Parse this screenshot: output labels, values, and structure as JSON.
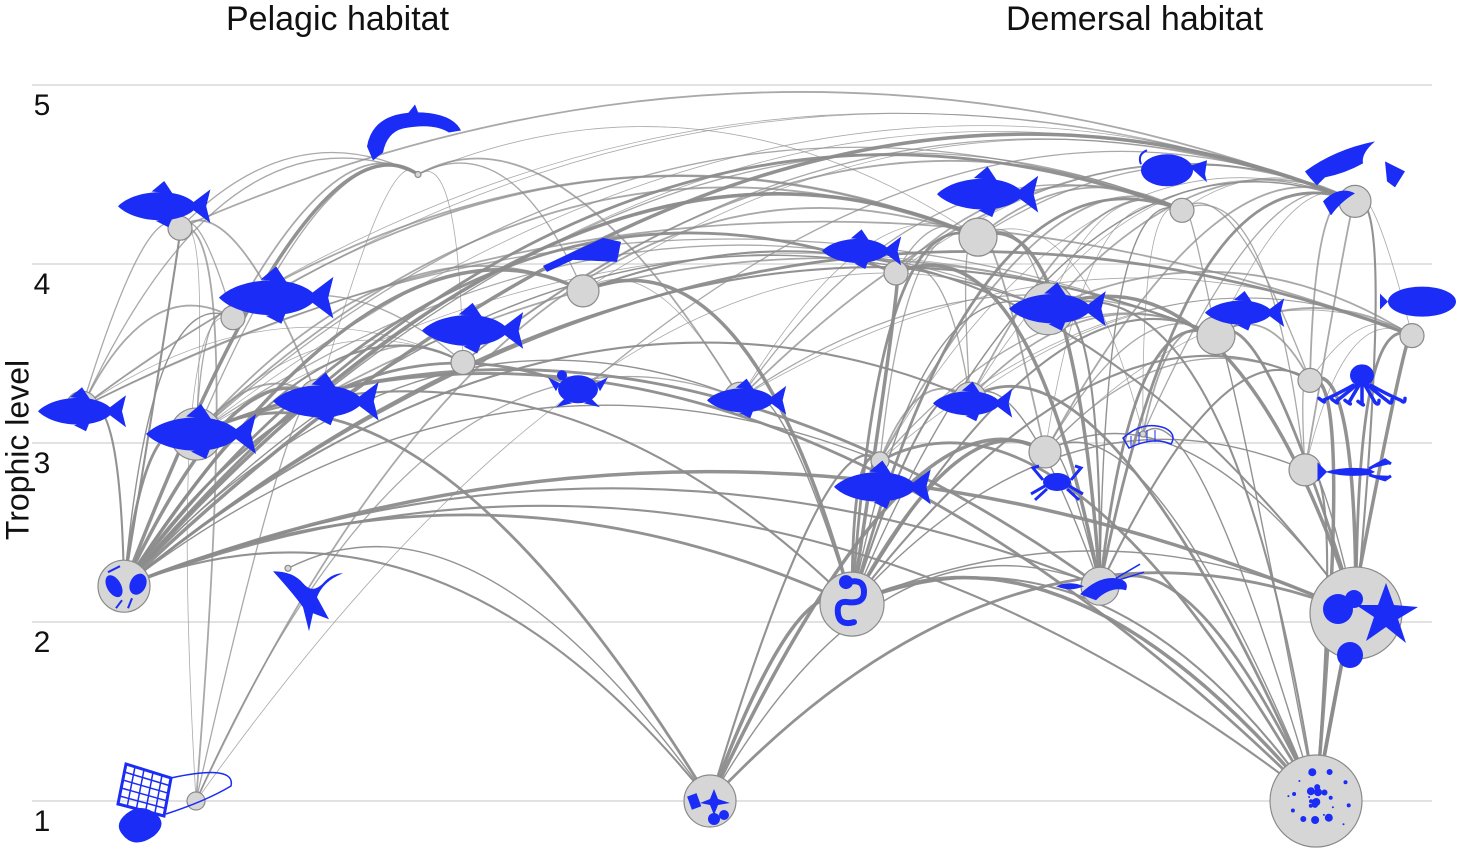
{
  "habitats": {
    "pelagic": "Pelagic habitat",
    "demersal": "Demersal habitat"
  },
  "y_axis": {
    "label": "Trophic level",
    "ticks": [
      "1",
      "2",
      "3",
      "4",
      "5"
    ],
    "range": [
      1,
      5
    ]
  },
  "colors": {
    "silhouette": "#1a2cf5",
    "node_fill": "#d6d6d6",
    "node_stroke": "#8a8a8a",
    "link": "#8c8c8c",
    "grid": "#d9d9d9"
  },
  "nodes": [
    {
      "id": "fishery",
      "icon": "fishing-net-icon",
      "tl": 1.0,
      "size": 1
    },
    {
      "id": "phytoplankton",
      "icon": "phytoplankton-icon",
      "tl": 1.0,
      "size": 5
    },
    {
      "id": "detritus",
      "icon": "detritus-icon",
      "tl": 1.0,
      "size": 7
    },
    {
      "id": "zooplankton",
      "icon": "zooplankton-icon",
      "tl": 2.2,
      "size": 5
    },
    {
      "id": "seabirds",
      "icon": "seabird-icon",
      "tl": 2.3,
      "size": 0
    },
    {
      "id": "polychaetes",
      "icon": "polychaete-icon",
      "tl": 2.1,
      "size": 6
    },
    {
      "id": "shrimps",
      "icon": "shrimp-icon",
      "tl": 2.2,
      "size": 4
    },
    {
      "id": "benthic-invertebrates",
      "icon": "starfish-icon",
      "tl": 2.05,
      "size": 7
    },
    {
      "id": "small-pelagics-1",
      "icon": "sardine-icon",
      "tl": 3.2,
      "size": 3
    },
    {
      "id": "small-pelagics-2",
      "icon": "herring-icon",
      "tl": 3.05,
      "size": 5
    },
    {
      "id": "small-pelagics-3",
      "icon": "anchovy-icon",
      "tl": 3.25,
      "size": 4
    },
    {
      "id": "turtles",
      "icon": "sea-turtle-icon",
      "tl": 3.3,
      "size": 0
    },
    {
      "id": "demersal-fish-1",
      "icon": "redfish-icon",
      "tl": 3.25,
      "size": 3
    },
    {
      "id": "demersal-fish-2",
      "icon": "flatfish-icon",
      "tl": 3.25,
      "size": 3
    },
    {
      "id": "crabs",
      "icon": "crab-icon",
      "tl": 2.95,
      "size": 3
    },
    {
      "id": "mantis-shrimp",
      "icon": "mantis-shrimp-icon",
      "tl": 3.05,
      "size": 0
    },
    {
      "id": "lobster",
      "icon": "lobster-icon",
      "tl": 2.85,
      "size": 3
    },
    {
      "id": "octopus",
      "icon": "octopus-icon",
      "tl": 3.35,
      "size": 2
    },
    {
      "id": "mullet",
      "icon": "mullet-icon",
      "tl": 2.9,
      "size": 1
    },
    {
      "id": "mackerel",
      "icon": "mackerel-icon",
      "tl": 3.7,
      "size": 2
    },
    {
      "id": "swordfish",
      "icon": "swordfish-icon",
      "tl": 3.45,
      "size": 2
    },
    {
      "id": "rays",
      "icon": "ray-icon",
      "tl": 3.85,
      "size": 3
    },
    {
      "id": "scorpionfish",
      "icon": "scorpionfish-icon",
      "tl": 3.95,
      "size": 2
    },
    {
      "id": "sea-bream",
      "icon": "sea-bream-icon",
      "tl": 3.75,
      "size": 5
    },
    {
      "id": "gurnard",
      "icon": "gurnard-icon",
      "tl": 3.6,
      "size": 4
    },
    {
      "id": "sunfish",
      "icon": "sunfish-icon",
      "tl": 3.6,
      "size": 2
    },
    {
      "id": "tuna",
      "icon": "tuna-icon",
      "tl": 4.2,
      "size": 2
    },
    {
      "id": "dolphins",
      "icon": "dolphin-icon",
      "tl": 4.5,
      "size": 0
    },
    {
      "id": "hake",
      "icon": "hake-icon",
      "tl": 4.15,
      "size": 4
    },
    {
      "id": "anglerfish",
      "icon": "anglerfish-icon",
      "tl": 4.3,
      "size": 2
    },
    {
      "id": "sharks",
      "icon": "shark-icon",
      "tl": 4.35,
      "size": 3
    }
  ]
}
